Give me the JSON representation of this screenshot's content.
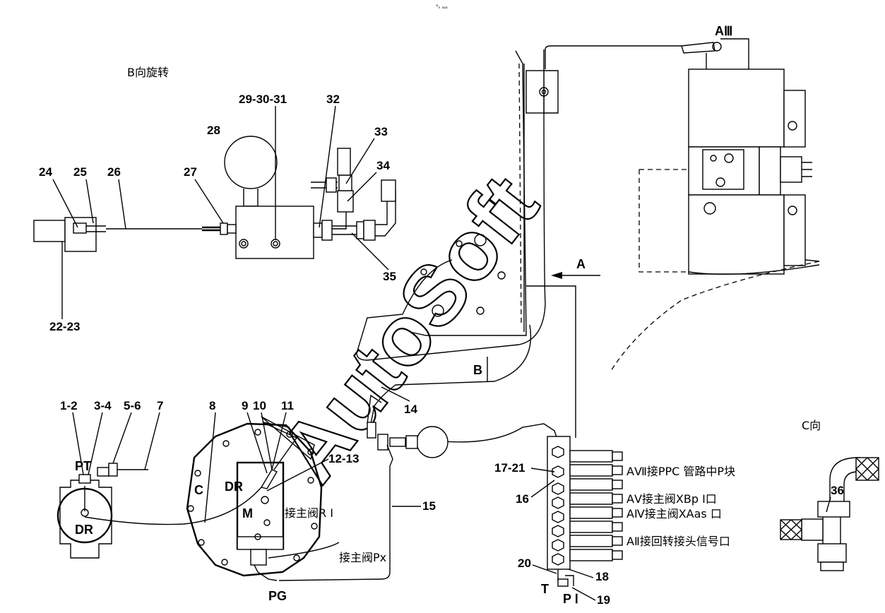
{
  "top_mark": "°ₙ ₐₐₐ",
  "view_b_title": "B向旋转",
  "view_c_title": "C向",
  "watermark": "AutoSoft",
  "arrows": {
    "A": "A",
    "B": "B",
    "C": "C"
  },
  "valve_label_AIII": "AⅢ",
  "part_labels": {
    "p29_31": "29-30-31",
    "p32": "32",
    "p28": "28",
    "p33": "33",
    "p34": "34",
    "p24": "24",
    "p25": "25",
    "p26": "26",
    "p27": "27",
    "p35": "35",
    "p22_23": "22-23",
    "p1_2": "1-2",
    "p3_4": "3-4",
    "p5_6": "5-6",
    "p7": "7",
    "p8": "8",
    "p9": "9",
    "p10": "10",
    "p11": "11",
    "p12_13": "12-13",
    "p14": "14",
    "p15": "15",
    "p16": "16",
    "p17_21": "17-21",
    "p18": "18",
    "p19": "19",
    "p20": "20",
    "p36": "36"
  },
  "port_labels": {
    "PT": "PT",
    "DR_left": "DR",
    "DR_motor": "DR",
    "M": "M",
    "PG": "PG",
    "T": "T",
    "PI": "P Ⅰ"
  },
  "connection_notes": {
    "to_main_valve_RI": "接主阀R Ⅰ",
    "to_main_valve_Px": "接主阀Px",
    "AVII": "AⅦ接PPC 管路中P块",
    "AV": "AⅤ接主阀XBp Ⅰ口",
    "AIV": "AⅣ接主阀XAas 口",
    "AII": "AⅡ接回转接头信号口"
  }
}
